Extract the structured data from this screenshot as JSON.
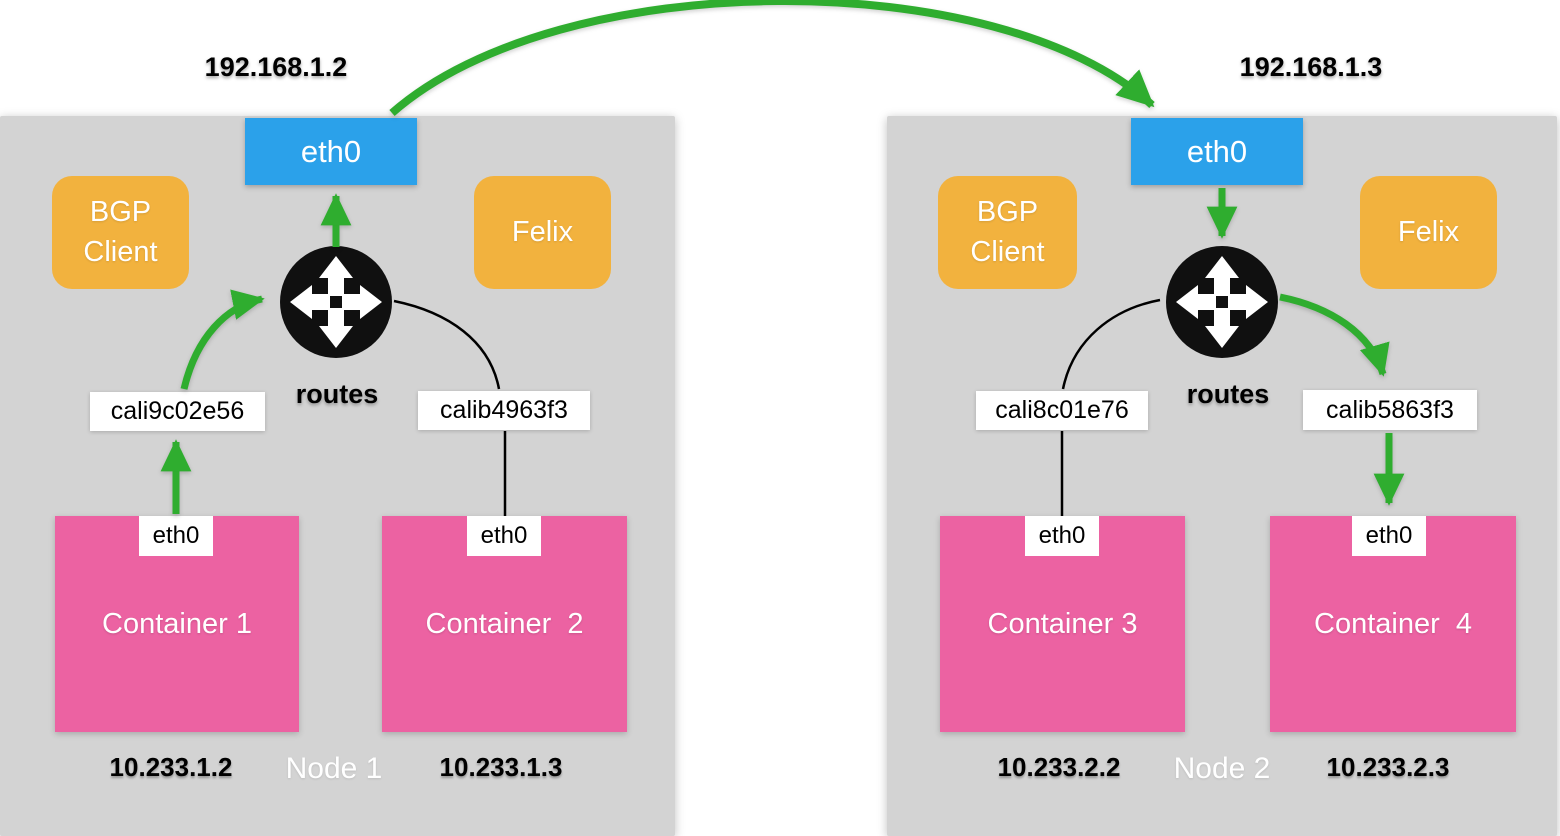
{
  "colors": {
    "node_background": "#d3d3d3",
    "interface_blue": "#2ba1ea",
    "service_orange": "#f2b23e",
    "container_pink": "#ec62a2",
    "flow_green": "#2fad2f",
    "line_black": "#000000",
    "label_white": "#ffffff"
  },
  "icons": {
    "router": "four-way-arrows-router-icon"
  },
  "nodes": [
    {
      "name": "Node 1",
      "host_ip": "192.168.1.2",
      "host_interface": "eth0",
      "bgp_client": {
        "line1": "BGP",
        "line2": "Client"
      },
      "felix_label": "Felix",
      "routes_label": "routes",
      "veths": [
        "cali9c02e56",
        "calib4963f3"
      ],
      "containers": [
        {
          "label": "Container 1",
          "interface": "eth0",
          "ip": "10.233.1.2"
        },
        {
          "label": "Container  2",
          "interface": "eth0",
          "ip": "10.233.1.3"
        }
      ]
    },
    {
      "name": "Node 2",
      "host_ip": "192.168.1.3",
      "host_interface": "eth0",
      "bgp_client": {
        "line1": "BGP",
        "line2": "Client"
      },
      "felix_label": "Felix",
      "routes_label": "routes",
      "veths": [
        "cali8c01e76",
        "calib5863f3"
      ],
      "containers": [
        {
          "label": "Container 3",
          "interface": "eth0",
          "ip": "10.233.2.2"
        },
        {
          "label": "Container  4",
          "interface": "eth0",
          "ip": "10.233.2.3"
        }
      ]
    }
  ]
}
